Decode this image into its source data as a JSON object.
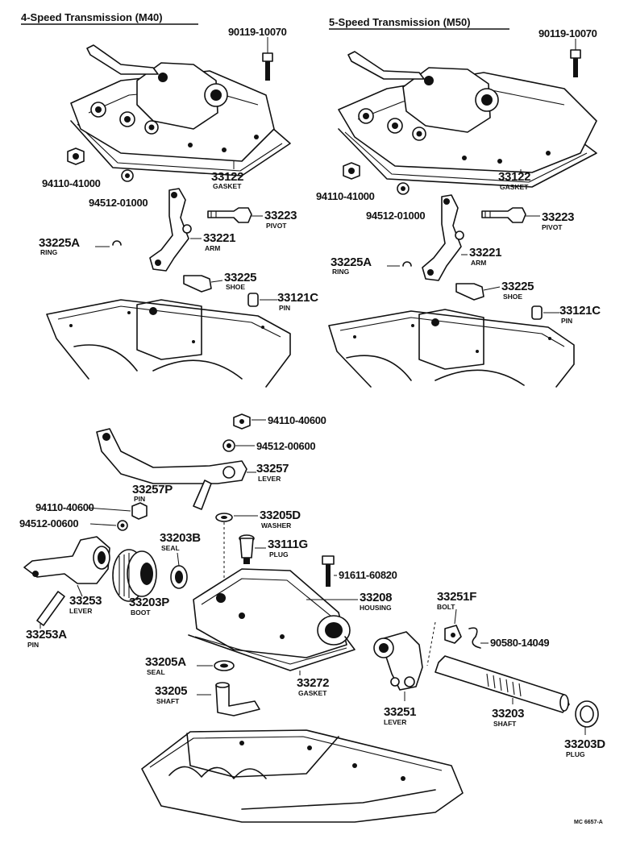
{
  "sections": {
    "m40_title": "4-Speed Transmission (M40)",
    "m50_title": "5-Speed Transmission (M50)"
  },
  "labels": {
    "l_90119_a": "90119-10070",
    "l_90119_b": "90119-10070",
    "l_33122_a_num": "33122",
    "l_33122_a_name": "GASKET",
    "l_33122_b_num": "33122",
    "l_33122_b_name": "GASKET",
    "l_94110_41_a": "94110-41000",
    "l_94110_41_b": "94110-41000",
    "l_94512_01_a": "94512-01000",
    "l_94512_01_b": "94512-01000",
    "l_33223_a_num": "33223",
    "l_33223_a_name": "PIVOT",
    "l_33223_b_num": "33223",
    "l_33223_b_name": "PIVOT",
    "l_33225A_a_num": "33225A",
    "l_33225A_a_name": "RING",
    "l_33225A_b_num": "33225A",
    "l_33225A_b_name": "RING",
    "l_33221_a_num": "33221",
    "l_33221_a_name": "ARM",
    "l_33221_b_num": "33221",
    "l_33221_b_name": "ARM",
    "l_33225_a_num": "33225",
    "l_33225_a_name": "SHOE",
    "l_33225_b_num": "33225",
    "l_33225_b_name": "SHOE",
    "l_33121C_a_num": "33121C",
    "l_33121C_a_name": "PIN",
    "l_33121C_b_num": "33121C",
    "l_33121C_b_name": "PIN",
    "l_94110_40_top": "94110-40600",
    "l_94512_00_top": "94512-00600",
    "l_33257_num": "33257",
    "l_33257_name": "LEVER",
    "l_33257P_num": "33257P",
    "l_33257P_name": "PIN",
    "l_94110_40_left": "94110-40600",
    "l_94512_00_left": "94512-00600",
    "l_33205D_num": "33205D",
    "l_33205D_name": "WASHER",
    "l_33203B_num": "33203B",
    "l_33203B_name": "SEAL",
    "l_33111G_num": "33111G",
    "l_33111G_name": "PLUG",
    "l_91611": "91611-60820",
    "l_33208_num": "33208",
    "l_33208_name": "HOUSING",
    "l_33253_num": "33253",
    "l_33253_name": "LEVER",
    "l_33203P_num": "33203P",
    "l_33203P_name": "BOOT",
    "l_33251F_num": "33251F",
    "l_33251F_name": "BOLT",
    "l_90580": "90580-14049",
    "l_33253A_num": "33253A",
    "l_33253A_name": "PIN",
    "l_33205A_num": "33205A",
    "l_33205A_name": "SEAL",
    "l_33272_num": "33272",
    "l_33272_name": "GASKET",
    "l_33205_num": "33205",
    "l_33205_name": "SHAFT",
    "l_33251_num": "33251",
    "l_33251_name": "LEVER",
    "l_33203_num": "33203",
    "l_33203_name": "SHAFT",
    "l_33203D_num": "33203D",
    "l_33203D_name": "PLUG",
    "code": "MC 6657-A"
  }
}
